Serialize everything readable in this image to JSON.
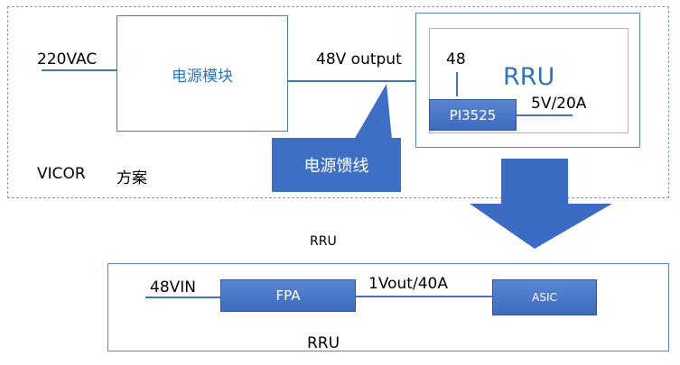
{
  "top_section": {
    "input_label": "220VAC",
    "power_module_label": "电源模块",
    "output_label": "48V output",
    "rru_box": {
      "title": "RRU",
      "input_voltage": "48",
      "converter_label": "PI3525",
      "output_label": "5V/20A"
    },
    "callout_label": "电源馈线",
    "vendor_label": "VICOR",
    "scheme_label": "方案"
  },
  "bottom_section": {
    "caption_top": "RRU",
    "input_label": "48VIN",
    "fpa_label": "FPA",
    "current_label": "1Vout/40A",
    "asic_label": "ASIC",
    "caption_bottom": "RRU"
  },
  "colors": {
    "accent": "#4472c4",
    "dashed_border": "#7f9fbf",
    "arrow": "#3c6bc4",
    "box_fill": "#4472c4",
    "rru_title": "#2e75b6"
  }
}
